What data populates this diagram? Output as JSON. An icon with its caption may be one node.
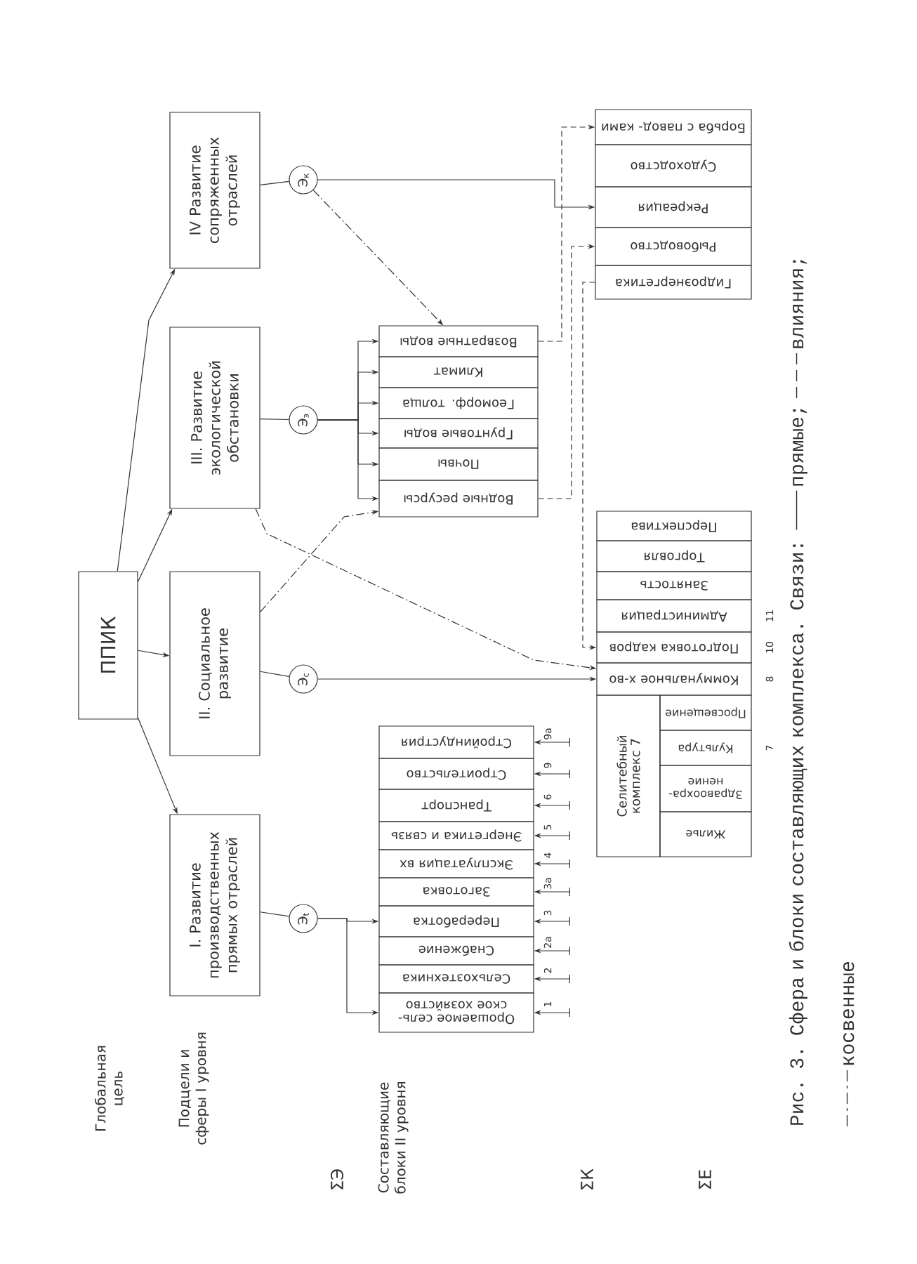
{
  "diagram": {
    "caption": "Рис. 3. Сфера и блоки составляющих комплекса. Связи:",
    "nodes": [
      {
        "text": [
          "ППИК"
        ]
      },
      {
        "text": [
          "I. Развитие производственных прямых отраслей"
        ]
      },
      {
        "text": [
          "II. Социальное развитие"
        ]
      },
      {
        "text": [
          "III. Развитие экологической обстановки"
        ]
      },
      {
        "text": [
          "IV Развитие сопряженных отраслей"
        ]
      },
      {
        "text": [
          "Э$_{t}$"
        ]
      },
      {
        "text": [
          "Э$_{c}$"
        ]
      },
      {
        "text": [
          "Э$_{э}$"
        ]
      },
      {
        "text": [
          "Э$_{к}$"
        ]
      },
      {
        "text": [
          "Орошаемое сель- ское хозяйство"
        ],
        "beside": [
          "1"
        ]
      },
      {
        "text": [
          "Сельхозтехника"
        ],
        "beside": [
          "2"
        ]
      },
      {
        "text": [
          "Снабжение"
        ],
        "beside": [
          "2а"
        ]
      },
      {
        "text": [
          "Переработка"
        ],
        "beside": [
          "3"
        ]
      },
      {
        "text": [
          "Заготовка"
        ],
        "beside": [
          "3а"
        ]
      },
      {
        "text": [
          "Эксплуатация вх"
        ],
        "beside": [
          "4"
        ]
      },
      {
        "text": [
          "Энергетика и связь"
        ],
        "beside": [
          "5"
        ]
      },
      {
        "text": [
          "Транспорт"
        ],
        "beside": [
          "6"
        ]
      },
      {
        "text": [
          "Строительство"
        ],
        "beside": [
          "9"
        ]
      },
      {
        "text": [
          "Стройиндустрия"
        ],
        "beside": [
          "9а"
        ]
      },
      {
        "text": [
          "Водные ресурсы"
        ]
      },
      {
        "text": [
          "Почвы"
        ]
      },
      {
        "text": [
          "Грунтовые воды"
        ]
      },
      {
        "text": [
          "Геоморф. толща"
        ]
      },
      {
        "text": [
          "Климат"
        ]
      },
      {
        "text": [
          "Возвратные воды"
        ]
      },
      {
        "text": [
          "Гидроэнергетика"
        ]
      },
      {
        "text": [
          "Рыбоводство"
        ]
      },
      {
        "text": [
          "Рекреация"
        ]
      },
      {
        "text": [
          "Судоходство"
        ]
      },
      {
        "text": [
          "Борьба с павод- ками"
        ]
      },
      {
        "text": [
          "Селитебный комплекс 7"
        ]
      },
      {
        "text": [
          "Жилье"
        ]
      },
      {
        "text": [
          "Здравоохра- нение"
        ]
      },
      {
        "text": [
          "Культура"
        ],
        "beside": [
          "7"
        ]
      },
      {
        "text": [
          "Просвещение"
        ]
      },
      {
        "text": [
          "Коммунальное х-во"
        ],
        "beside": [
          "8"
        ]
      },
      {
        "text": [
          "Подготовка кадров"
        ],
        "beside": [
          "10"
        ]
      },
      {
        "text": [
          "Администрация"
        ],
        "beside": [
          "11"
        ]
      },
      {
        "text": [
          "Занятость"
        ]
      },
      {
        "text": [
          "Торговля"
        ]
      },
      {
        "text": [
          "Перспектива"
        ]
      }
    ],
    "edges": [
      {
        "from": 0,
        "to": 1,
        "arrow": "to"
      },
      {
        "from": 0,
        "to": 2,
        "arrow": "to"
      },
      {
        "from": 0,
        "to": 3,
        "arrow": "to"
      },
      {
        "from": 0,
        "to": 4,
        "arrow": "to"
      },
      {
        "from": 1,
        "to": 5,
        "arrow": "none"
      },
      {
        "from": 2,
        "to": 6,
        "arrow": "none"
      },
      {
        "from": 3,
        "to": 7,
        "arrow": "none"
      },
      {
        "from": 4,
        "to": 8,
        "arrow": "none"
      },
      {
        "from": 5,
        "to": 9,
        "arrow": "to"
      },
      {
        "from": 5,
        "to": 12,
        "arrow": "to"
      },
      {
        "from": 7,
        "to": 19,
        "arrow": "to"
      },
      {
        "from": 7,
        "to": 20,
        "arrow": "to"
      },
      {
        "from": 7,
        "to": 21,
        "arrow": "to"
      },
      {
        "from": 7,
        "to": 22,
        "arrow": "to"
      },
      {
        "from": 7,
        "to": 23,
        "arrow": "to"
      },
      {
        "from": 7,
        "to": 24,
        "arrow": "to"
      },
      {
        "from": 6,
        "to": 35,
        "arrow": "to"
      },
      {
        "from": 8,
        "to": 27,
        "arrow": "to"
      },
      {
        "from": 8,
        "to": 24,
        "arrow": "to",
        "style": "dashed"
      },
      {
        "from": 2,
        "to": 19,
        "arrow": "to",
        "style": "dashed"
      },
      {
        "from": 3,
        "to": 35,
        "arrow": "to",
        "style": "dashed"
      },
      {
        "from": 24,
        "to": 29,
        "arrow": "to",
        "style": "dashed"
      },
      {
        "from": 19,
        "to": 26,
        "arrow": "to",
        "style": "dashed"
      },
      {
        "from": 25,
        "to": 36,
        "arrow": "to",
        "style": "dashed"
      },
      {
        "from": null,
        "to": 9,
        "arrow": "to"
      },
      {
        "from": null,
        "to": 10,
        "arrow": "to"
      },
      {
        "from": null,
        "to": 11,
        "arrow": "to"
      },
      {
        "from": null,
        "to": 12,
        "arrow": "to"
      },
      {
        "from": null,
        "to": 13,
        "arrow": "to"
      },
      {
        "from": null,
        "to": 14,
        "arrow": "to"
      },
      {
        "from": null,
        "to": 15,
        "arrow": "to"
      },
      {
        "from": null,
        "to": 16,
        "arrow": "to"
      },
      {
        "from": null,
        "to": 17,
        "arrow": "to"
      },
      {
        "from": null,
        "to": 18,
        "arrow": "to"
      }
    ],
    "labels": [
      "Глобальная цель",
      "Подцели и сферы I уровня",
      "ΣЭ",
      "Составляющие блоки II уровня",
      "ΣК",
      "ΣЕ"
    ],
    "legend": [
      {
        "text": "прямые;"
      },
      {
        "text": "влияния;"
      },
      {
        "text": "косвенные"
      }
    ]
  }
}
